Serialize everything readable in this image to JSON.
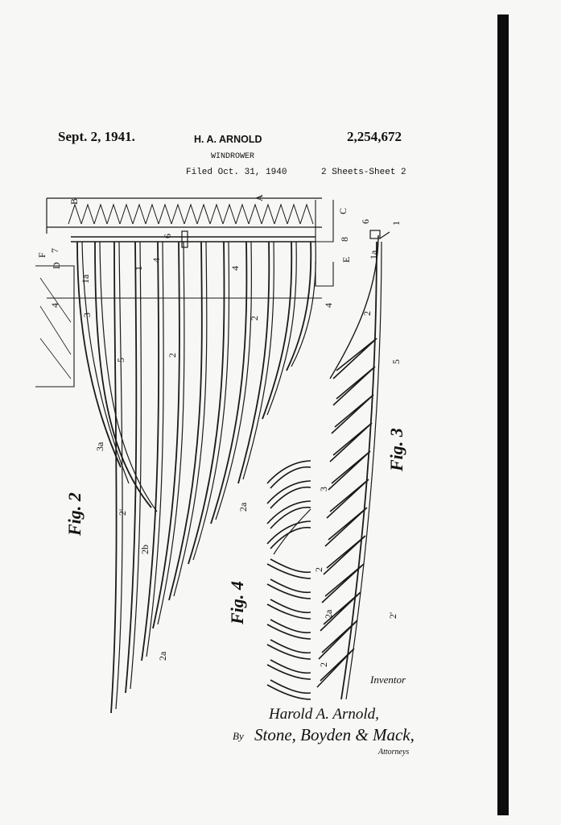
{
  "header": {
    "date": "Sept. 2, 1941.",
    "inventor": "H. A. ARNOLD",
    "patent_number": "2,254,672",
    "title": "WINDROWER",
    "filed": "Filed Oct. 31, 1940",
    "sheets": "2 Sheets-Sheet 2"
  },
  "figures": {
    "fig2": "Fig. 2",
    "fig3": "Fig. 3",
    "fig4": "Fig. 4"
  },
  "reference_labels": {
    "B": "B",
    "A": "A",
    "C": "C",
    "E": "E",
    "F": "F",
    "D": "D",
    "n1": "1",
    "n1a": "1a",
    "n2": "2",
    "n2a": "2a",
    "n2b": "2b",
    "n2p": "2'",
    "n3": "3",
    "n3a": "3a",
    "n4": "4",
    "n5": "5",
    "n6": "6",
    "n7": "7",
    "n8": "8"
  },
  "signature": {
    "inventor_label": "Inventor",
    "inventor_name": "Harold A. Arnold,",
    "by": "By",
    "attorneys_name": "Stone, Boyden & Mack,",
    "attorneys_label": "Attorneys"
  }
}
